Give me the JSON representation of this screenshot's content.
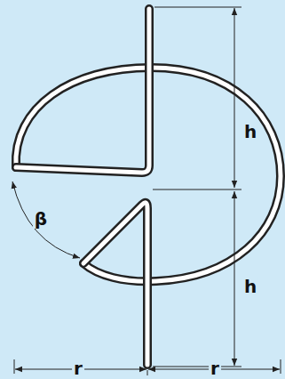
{
  "diagram": {
    "labels": [
      "h",
      "β",
      "h",
      "r",
      "r"
    ]
  }
}
